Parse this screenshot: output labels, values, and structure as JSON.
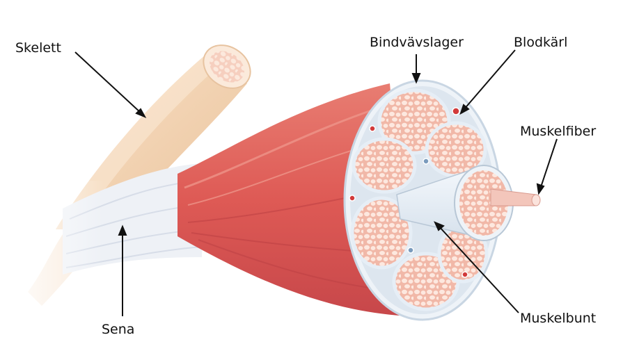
{
  "labels": {
    "skeleton": "Skelett",
    "tendon": "Sena",
    "connective_tissue": "Bindvävslager",
    "blood_vessel": "Blodkärl",
    "muscle_fiber": "Muskelfiber",
    "muscle_bundle": "Muskelbunt"
  },
  "colors": {
    "bone": "#f3d3b3",
    "bone_shadow": "#e6b78f",
    "tendon": "#eef1f6",
    "muscle": "#e0605a",
    "muscle_dark": "#c84a48",
    "muscle_light": "#f0958b",
    "cross_section": "#f4cfc4",
    "sheath": "#e8eef5",
    "cell": "#fde8df",
    "vessel": "#d23a3a",
    "leader": "#111111"
  }
}
